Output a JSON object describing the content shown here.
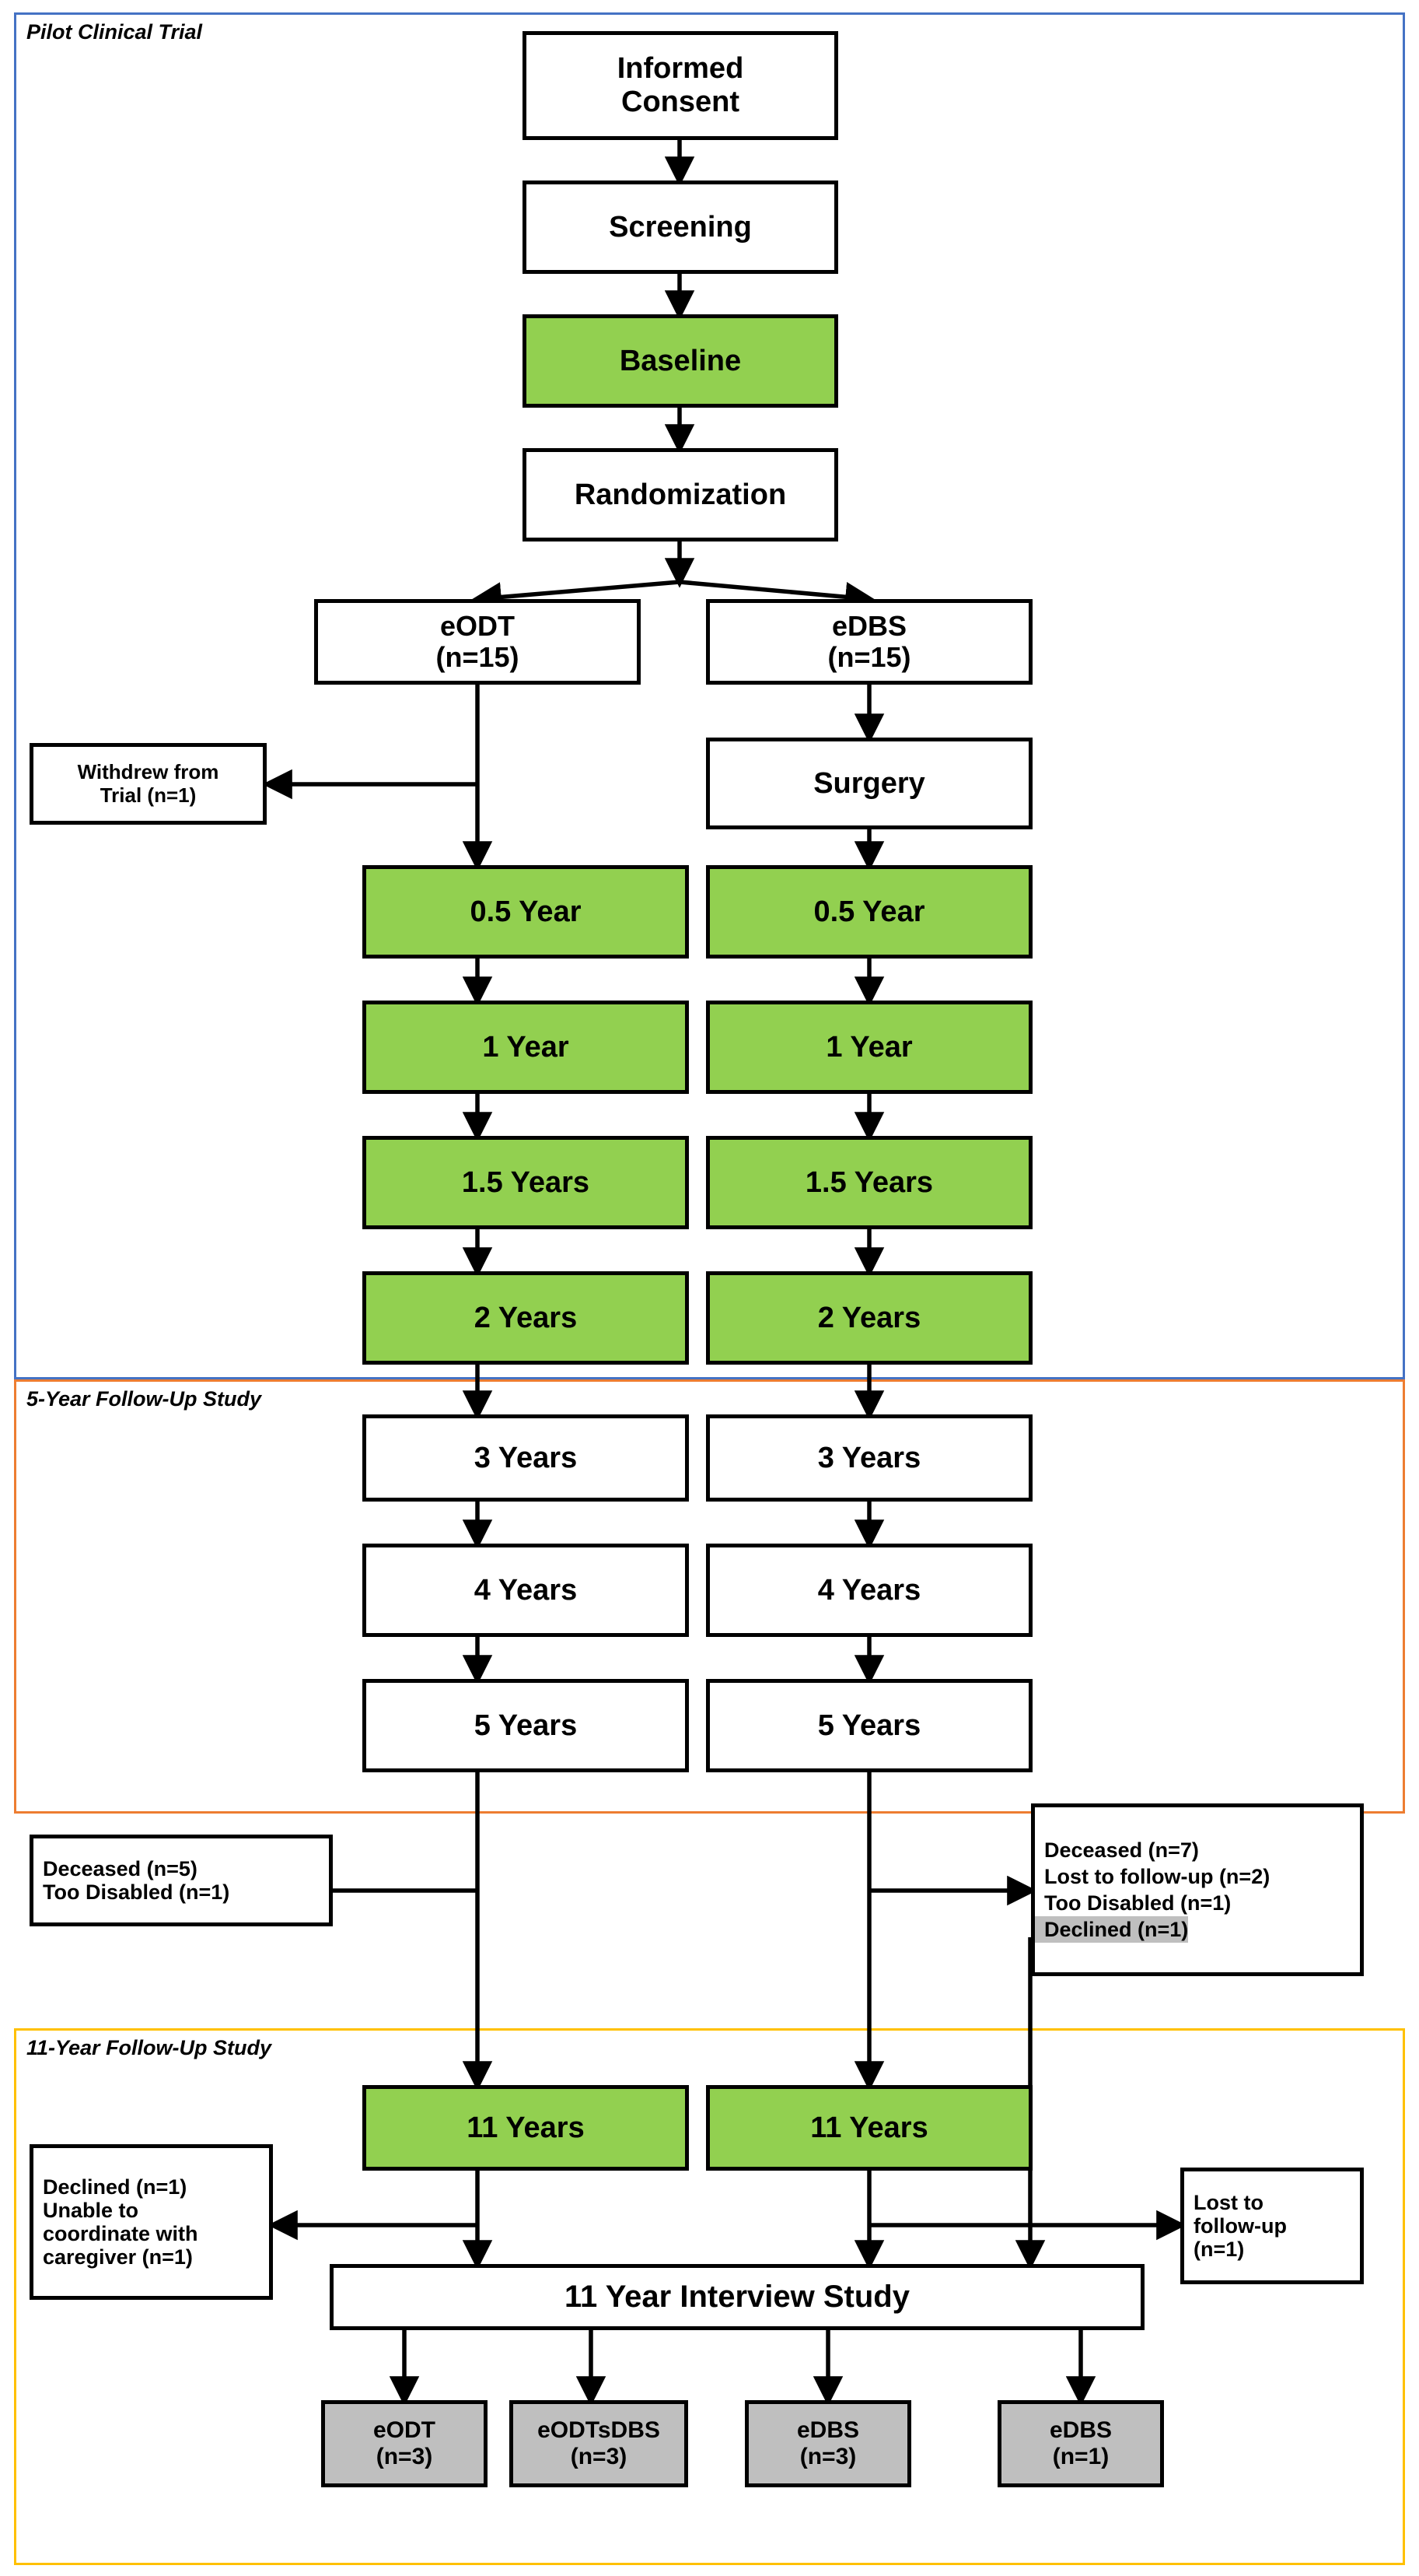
{
  "figure": {
    "type": "flowchart",
    "title": "Study flow diagram"
  },
  "frames": [
    {
      "id": "pilot",
      "label": "Pilot Clinical Trial",
      "color": "#4472c4"
    },
    {
      "id": "fiveyear",
      "label": "5-Year Follow-Up Study",
      "color": "#ed7d31"
    },
    {
      "id": "elevenyear",
      "label": "11-Year Follow-Up Study",
      "color": "#ffc000"
    }
  ],
  "nodes": {
    "informed_consent": "Informed\nConsent",
    "screening": "Screening",
    "baseline": "Baseline",
    "randomization": "Randomization",
    "eodt_arm": "eODT\n(n=15)",
    "edbs_arm": "eDBS\n(n=15)",
    "withdrew": "Withdrew from\nTrial (n=1)",
    "surgery": "Surgery",
    "eodt_05": "0.5 Year",
    "edbs_05": "0.5 Year",
    "eodt_1": "1 Year",
    "edbs_1": "1 Year",
    "eodt_15": "1.5 Years",
    "edbs_15": "1.5 Years",
    "eodt_2": "2 Years",
    "edbs_2": "2 Years",
    "eodt_3": "3 Years",
    "edbs_3": "3 Years",
    "eodt_4": "4 Years",
    "edbs_4": "4 Years",
    "eodt_5": "5 Years",
    "edbs_5": "5 Years",
    "eodt_losses": "Deceased (n=5)\nToo Disabled (n=1)",
    "edbs_losses_line1": "Deceased (n=7)",
    "edbs_losses_line2": "Lost to follow-up (n=2)",
    "edbs_losses_line3": "Too Disabled (n=1)",
    "edbs_losses_line4": "Declined (n=1)",
    "eodt_11": "11 Years",
    "edbs_11": "11 Years",
    "eodt_11_losses": "Declined (n=1)\nUnable to\ncoordinate with\ncaregiver (n=1)",
    "edbs_11_losses": "Lost to\nfollow-up\n(n=1)",
    "interview": "11 Year Interview Study",
    "out_eodt": "eODT\n(n=3)",
    "out_eodtsdbs": "eODTsDBS\n(n=3)",
    "out_edbs3": "eDBS\n(n=3)",
    "out_edbs1": "eDBS\n(n=1)"
  },
  "colors": {
    "green": "#92d050",
    "grey": "#bfbfbf",
    "white": "#ffffff",
    "border": "#000000",
    "pilot_frame": "#4472c4",
    "fiveyear_frame": "#ed7d31",
    "elevenyear_frame": "#ffc000"
  }
}
